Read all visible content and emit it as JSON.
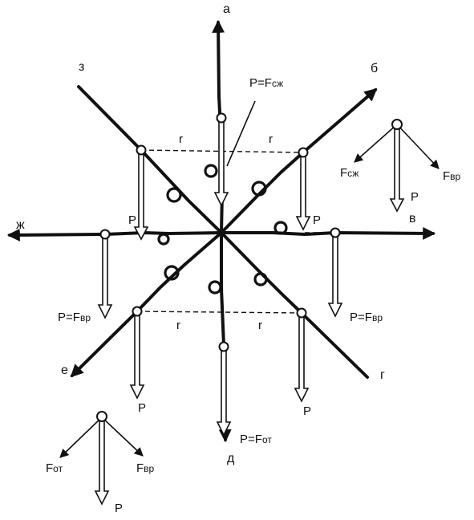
{
  "directions": {
    "a": "а",
    "b": "б",
    "v": "в",
    "g": "г",
    "d": "д",
    "e": "е",
    "zh": "ж",
    "z": "з"
  },
  "radius_label": "r",
  "weight_label": "P",
  "force": {
    "p_eq_fszh_main": "P=F",
    "p_eq_fszh_sub": "сж",
    "p_eq_fvr_main": "P=F",
    "p_eq_fvr_sub": "вр",
    "p_eq_fot_main": "P=F",
    "p_eq_fot_sub": "от",
    "f_main": "F",
    "szh_sub": "сж",
    "vr_sub": "вр",
    "ot_sub": "от"
  }
}
